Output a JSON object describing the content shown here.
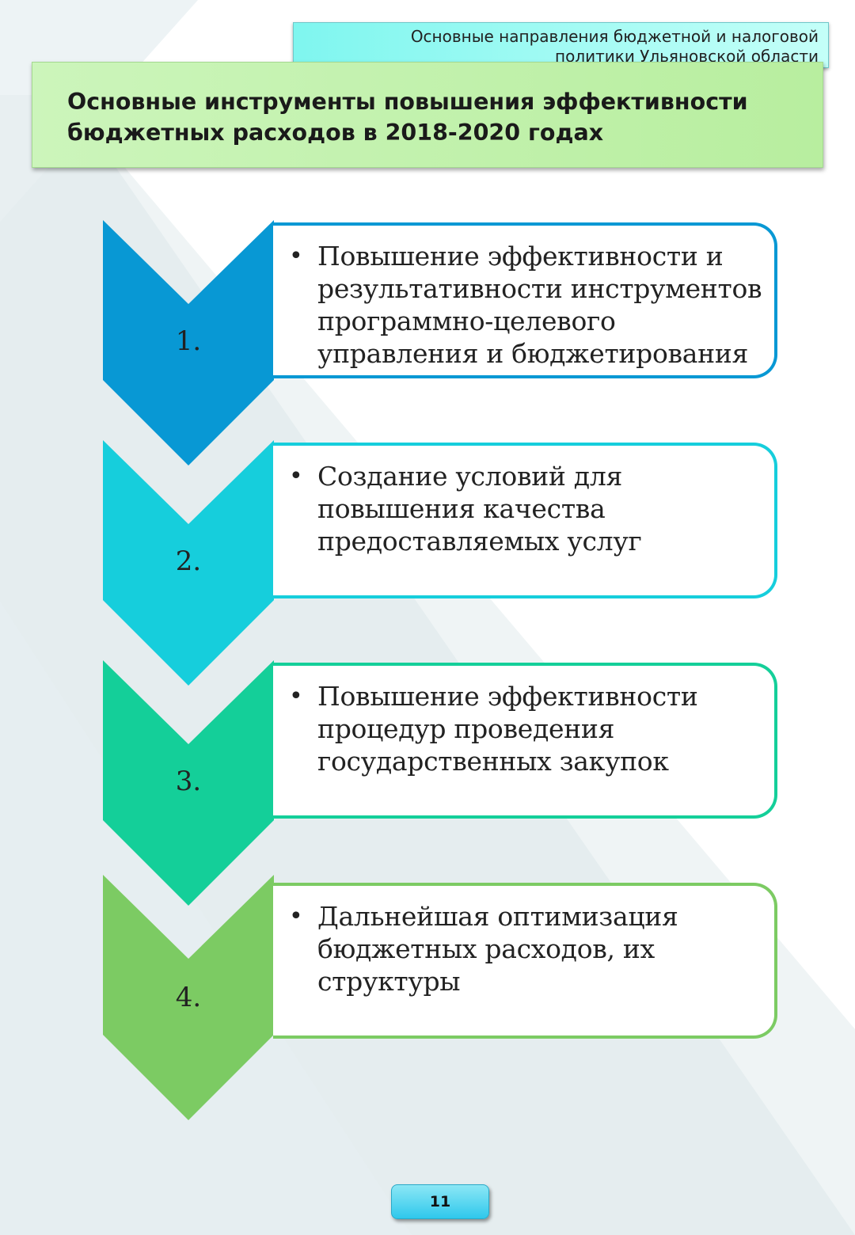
{
  "header": {
    "line1": "Основные направления бюджетной и налоговой",
    "line2": "политики Ульяновской области"
  },
  "title": {
    "line1": "Основные инструменты повышения эффективности",
    "line2": "бюджетных расходов в 2018-2020 годах"
  },
  "steps": [
    {
      "number": "1.",
      "color": "#0898d4",
      "bullet": "•",
      "lines": [
        "Повышение эффективности и",
        "результативности инструментов",
        "программно-целевого",
        "управления и бюджетирования"
      ]
    },
    {
      "number": "2.",
      "color": "#16cedc",
      "bullet": "•",
      "lines": [
        "Создание условий для",
        "повышения качества",
        "предоставляемых услуг"
      ]
    },
    {
      "number": "3.",
      "color": "#14cf99",
      "bullet": "•",
      "lines": [
        "Повышение эффективности",
        "процедур проведения",
        "государственных закупок"
      ]
    },
    {
      "number": "4.",
      "color": "#7ccb63",
      "bullet": "•",
      "lines": [
        "Дальнейшая оптимизация",
        "бюджетных расходов, их",
        "структуры"
      ]
    }
  ],
  "page_number": "11"
}
